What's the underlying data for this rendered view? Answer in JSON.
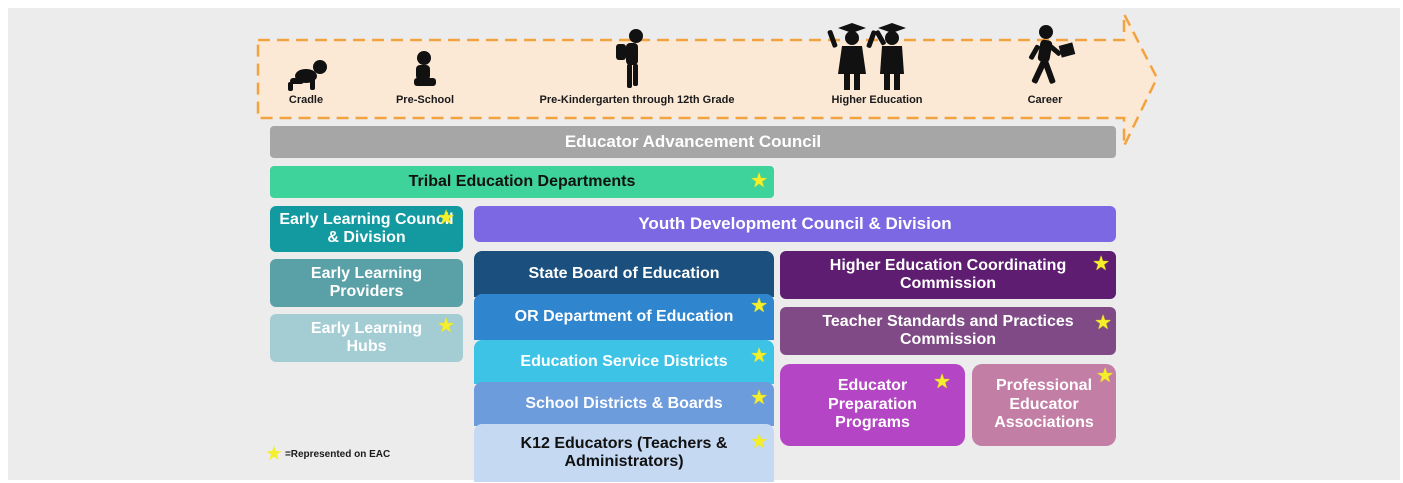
{
  "timeline": {
    "stages": [
      {
        "label": "Cradle",
        "icon": "crawling-baby-icon"
      },
      {
        "label": "Pre-School",
        "icon": "sitting-child-icon"
      },
      {
        "label": "Pre-Kindergarten through 12th Grade",
        "icon": "student-with-backpack-icon"
      },
      {
        "label": "Higher Education",
        "icon": "graduates-icon"
      },
      {
        "label": "Career",
        "icon": "walking-professional-icon"
      }
    ]
  },
  "boxes": {
    "eac": "Educator Advancement Council",
    "tribal": "Tribal Education Departments",
    "elcd": "Early Learning Council & Division",
    "elp": "Early Learning Providers",
    "elh": "Early Learning Hubs",
    "ydc": "Youth Development Council & Division",
    "sbe": "State Board of Education",
    "ode": "OR Department of Education",
    "esd": "Education Service Districts",
    "sdb": "School Districts & Boards",
    "k12": "K12 Educators (Teachers & Administrators)",
    "hecc": "Higher Education Coordinating Commission",
    "tspc": "Teacher Standards and Practices Commission",
    "epp": "Educator Preparation Programs",
    "pea": "Professional Educator Associations"
  },
  "legend": {
    "text": "=Represented on EAC"
  },
  "colors": {
    "arrow_fill": "#fbe9d6",
    "arrow_stroke": "#f2a340",
    "eac": "#a6a6a6",
    "tribal": "#3ed39a",
    "elcd": "#139aa0",
    "elp": "#5aa0a7",
    "elh": "#a4cdd3",
    "ydc": "#7c68e2",
    "sbe": "#1b4f7d",
    "ode": "#2f86cf",
    "esd": "#3cc3e6",
    "sdb": "#6d9cdd",
    "k12": "#c5d9f3",
    "hecc": "#5e1d70",
    "tspc": "#7f4a86",
    "epp": "#b445c4",
    "pea": "#c37ea6",
    "star": "#f5ee2a"
  }
}
